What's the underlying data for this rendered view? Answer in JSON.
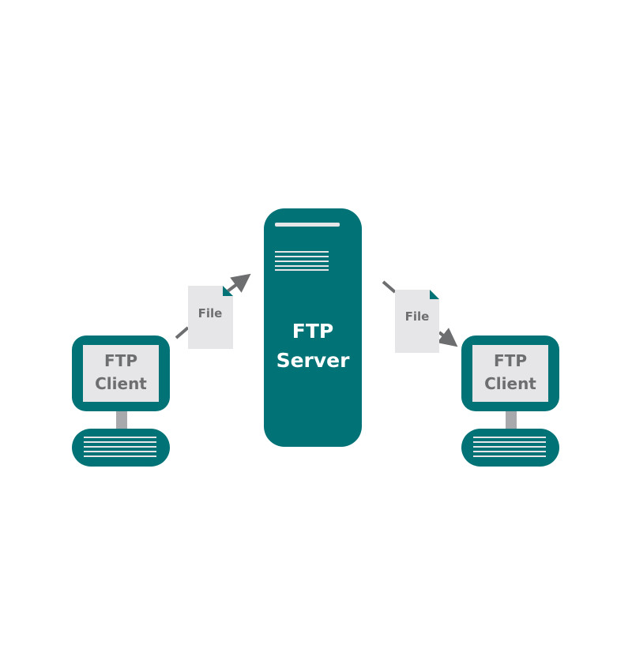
{
  "server": {
    "line1": "FTP",
    "line2": "Server"
  },
  "clients": [
    {
      "line1": "FTP",
      "line2": "Client"
    },
    {
      "line1": "FTP",
      "line2": "Client"
    }
  ],
  "files": [
    {
      "label": "File"
    },
    {
      "label": "File"
    }
  ],
  "colors": {
    "teal": "#017275",
    "screen": "#e6e6e8",
    "text_gray": "#6d6e70",
    "arrow": "#6d6e70",
    "white": "#ffffff"
  }
}
